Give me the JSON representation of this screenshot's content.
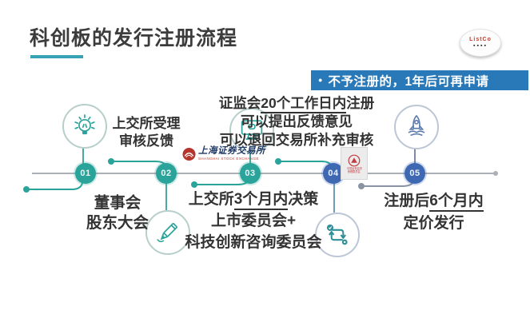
{
  "title": {
    "text": "科创板的发行注册流程"
  },
  "banner": {
    "bullet": "●",
    "text": "不予注册的，1年后可再申请"
  },
  "corner_logo": {
    "name": "ListCo",
    "marks": "▪▪▪▪"
  },
  "timeline": {
    "steps": [
      {
        "num": "01"
      },
      {
        "num": "02"
      },
      {
        "num": "03"
      },
      {
        "num": "04"
      },
      {
        "num": "05"
      }
    ]
  },
  "labels": {
    "step1": {
      "line1": "董事会",
      "line2": "股东大会"
    },
    "step2": {
      "line1": "上交所受理",
      "line2": "审核反馈"
    },
    "step3": {
      "line1_pre": "上交所",
      "line1_underlined": "3个月内",
      "line1_post": "决策",
      "line2": "上市委员会+",
      "line3": "科技创新咨询委员会"
    },
    "step4": {
      "line1_pre": "证监会",
      "line1_underlined": "20个工作日内",
      "line1_post": "注册",
      "line2": "可以提出反馈意见",
      "line3": "可以退回交易所补充审核"
    },
    "step5": {
      "line1_pre": "注册后",
      "line1_underlined": "6个月内",
      "line2": "定价发行"
    }
  },
  "sse_logo": {
    "name": "上海证券交易所",
    "subtitle": "SHANGHAI STOCK EXCHANGE"
  },
  "csrc_seal": {
    "caption_line1": "中国证券监督",
    "caption_line2": "管理委员会"
  },
  "colors": {
    "teal": "#2aa39b",
    "blue": "#3f68b2",
    "banner_blue": "#2979b8",
    "line_gray": "#aab0b5",
    "text_dark": "#333333",
    "accent_red": "#b5342c",
    "underline_teal": "#35a3b5"
  },
  "icons": {
    "step1": "lightbulb-icon",
    "step2": "pencil-icon",
    "step3": "monitor-icon",
    "step4": "cycle-arrows-icon",
    "step5": "rocket-icon"
  }
}
